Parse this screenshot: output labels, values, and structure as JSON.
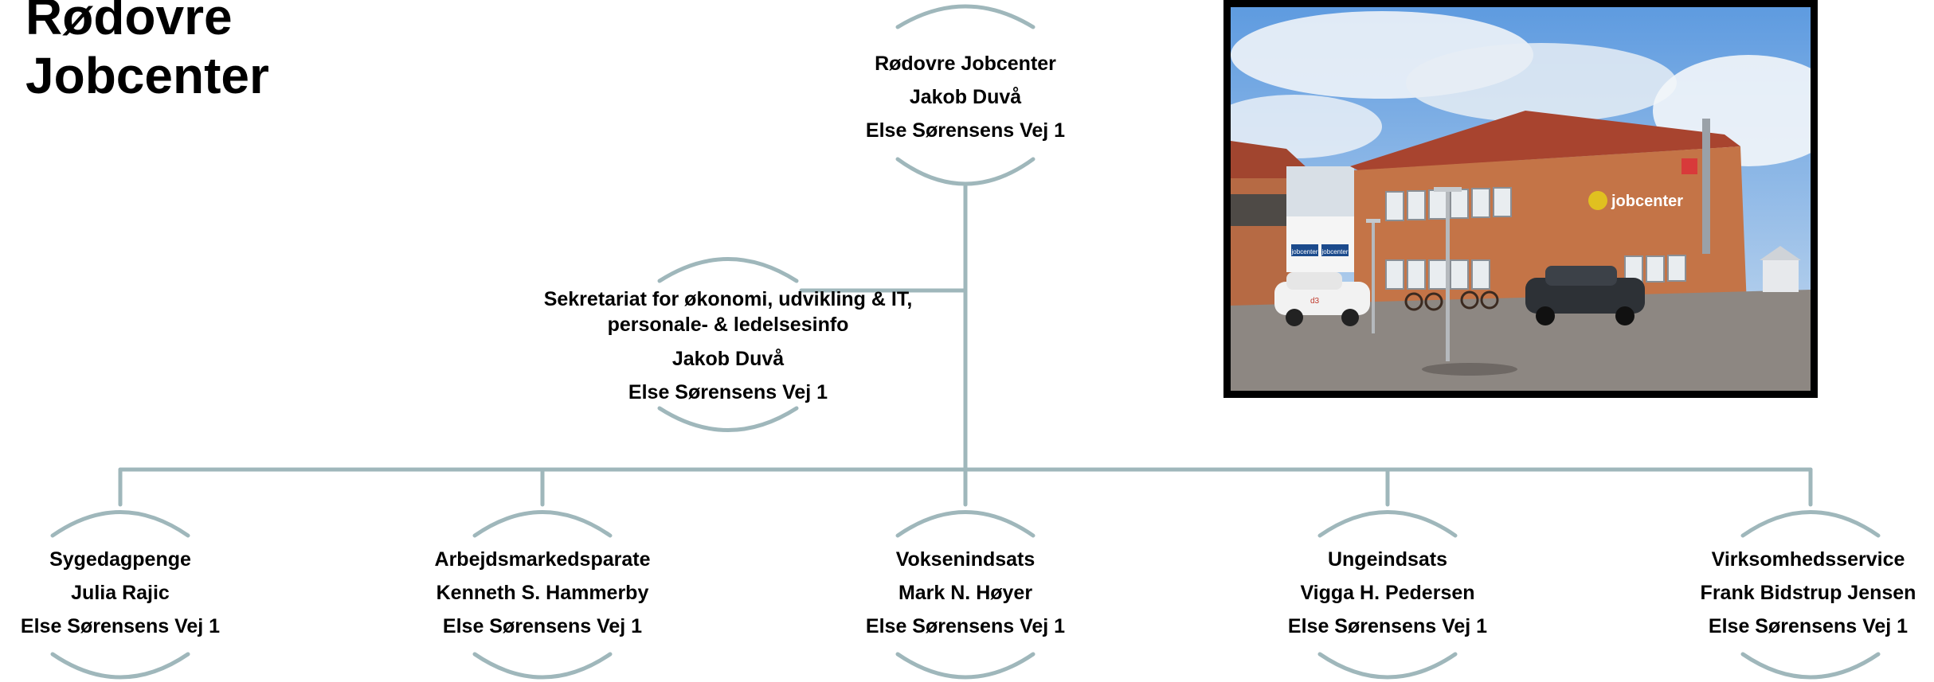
{
  "title": {
    "line1": "Rødovre",
    "line2": "Jobcenter"
  },
  "root": {
    "name": "Rødovre Jobcenter",
    "person": "Jakob Duvå",
    "address": "Else Sørensens Vej 1"
  },
  "staff": {
    "name": "Sekretariat for økonomi, udvikling & IT, personale- & ledelsesinfo",
    "person": "Jakob Duvå",
    "address": "Else Sørensens Vej 1"
  },
  "units": [
    {
      "name": "Sygedagpenge",
      "person": "Julia Rajic",
      "address": "Else Sørensens Vej 1"
    },
    {
      "name": "Arbejdsmarkedsparate",
      "person": "Kenneth S. Hammerby",
      "address": "Else Sørensens Vej 1"
    },
    {
      "name": "Voksenindsats",
      "person": "Mark N. Høyer",
      "address": "Else Sørensens Vej 1"
    },
    {
      "name": "Ungeindsats",
      "person": "Vigga H. Pedersen",
      "address": "Else Sørensens Vej 1"
    },
    {
      "name": "Virksomhedsservice",
      "person": "Frank Bidstrup Jensen",
      "address": "Else Sørensens Vej 1"
    }
  ],
  "photo": {
    "sign_text": "jobcenter",
    "door_sign_left": "jobcenter",
    "door_sign_right": "jobcenter",
    "car_text": "d3"
  },
  "colors": {
    "connector": "#9fb7bb",
    "frame": "#000000"
  }
}
